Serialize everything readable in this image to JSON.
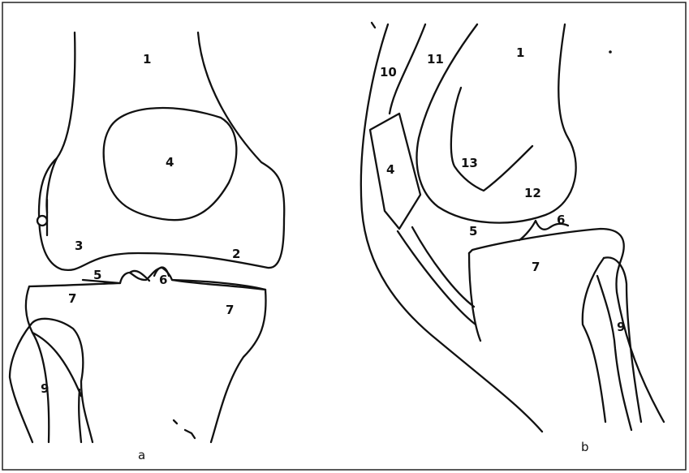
{
  "figure": {
    "panel_a": {
      "caption": "a",
      "labels": {
        "femur": "1",
        "lateral_condyle": "2",
        "medial_condyle": "3",
        "patella": "4",
        "joint_space": "5",
        "intercondylar_eminence": "6",
        "tibial_plateau_left": "7",
        "tibial_plateau_right": "7",
        "fibula": "9"
      }
    },
    "panel_b": {
      "caption": "b",
      "labels": {
        "femur": "1",
        "patella": "4",
        "joint_space": "5",
        "intercondylar_eminence": "6",
        "tibia": "7",
        "fibula": "9",
        "quadriceps_tendon": "10",
        "suprapatellar_pouch": "11",
        "condyle": "12",
        "intercondylar_line": "13"
      }
    }
  }
}
